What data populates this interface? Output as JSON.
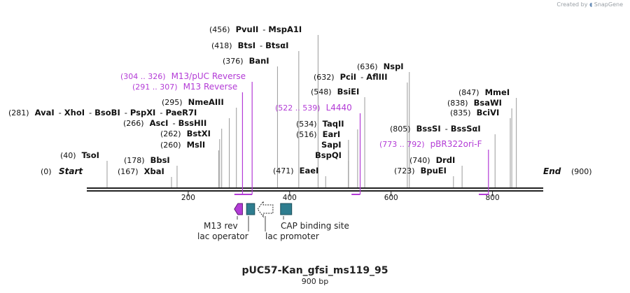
{
  "watermark": {
    "prefix": "Created by",
    "brand": "SnapGene"
  },
  "plasmid": {
    "name": "pUC57-Kan_gfsi_ms119_95",
    "length_label": "900 bp"
  },
  "ruler": {
    "ticks": [
      "200",
      "400",
      "600",
      "800"
    ],
    "tick_positions": [
      200,
      400,
      600,
      800
    ]
  },
  "ends": {
    "start": "Start",
    "start_pos": "(0)",
    "end": "End",
    "end_pos": "(900)"
  },
  "colors": {
    "enzyme": "#000000",
    "primer": "#b33bd6",
    "feature_blue": "#2e7d8f",
    "line": "#9a9a9a"
  },
  "sites": [
    {
      "pos_label": "(40)",
      "parts": [
        "TsoI"
      ],
      "pos": 40
    },
    {
      "pos_label": "(178)",
      "parts": [
        "BbsI"
      ],
      "pos": 178
    },
    {
      "pos_label": "(167)",
      "parts": [
        "XbaI"
      ],
      "pos": 167
    },
    {
      "pos_label": "(260)",
      "parts": [
        "MslI"
      ],
      "pos": 260
    },
    {
      "pos_label": "(262)",
      "parts": [
        "BstXI"
      ],
      "pos": 262
    },
    {
      "pos_label": "(266)",
      "parts": [
        "AscI",
        "BssHII"
      ],
      "pos": 266
    },
    {
      "pos_label": "(281)",
      "parts": [
        "AvaI",
        "XhoI",
        "BsoBI",
        "PspXI",
        "PaeR7I"
      ],
      "pos": 281
    },
    {
      "pos_label": "(295)",
      "parts": [
        "NmeAIII"
      ],
      "pos": 295
    },
    {
      "pos_label": "(376)",
      "parts": [
        "BanI"
      ],
      "pos": 376
    },
    {
      "pos_label": "(418)",
      "parts": [
        "BtsI",
        "BtsαI"
      ],
      "pos": 418
    },
    {
      "pos_label": "(456)",
      "parts": [
        "PvuII",
        "MspA1I"
      ],
      "pos": 456
    },
    {
      "pos_label": "(471)",
      "parts": [
        "EaeI"
      ],
      "pos": 471
    },
    {
      "pos_label": "(548)",
      "parts": [
        "BsiEI"
      ],
      "pos": 548
    },
    {
      "pos_label": "(632)",
      "parts": [
        "PciI",
        "AflIII"
      ],
      "pos": 632
    },
    {
      "pos_label": "(636)",
      "parts": [
        "NspI"
      ],
      "pos": 636
    },
    {
      "pos_label": "(534)",
      "parts": [
        "TaqII"
      ],
      "pos": 534
    },
    {
      "pos_label": "(516)",
      "parts": [
        "EarI"
      ],
      "pos": 516
    },
    {
      "pos_label": "",
      "parts": [
        "SapI"
      ],
      "pos": 516
    },
    {
      "pos_label": "",
      "parts": [
        "BspQI"
      ],
      "pos": 516
    },
    {
      "pos_label": "(723)",
      "parts": [
        "BpuEI"
      ],
      "pos": 723
    },
    {
      "pos_label": "(740)",
      "parts": [
        "DrdI"
      ],
      "pos": 740
    },
    {
      "pos_label": "(805)",
      "parts": [
        "BssSI",
        "BssSαI"
      ],
      "pos": 805
    },
    {
      "pos_label": "(835)",
      "parts": [
        "BciVI"
      ],
      "pos": 835
    },
    {
      "pos_label": "(838)",
      "parts": [
        "BsaWI"
      ],
      "pos": 838
    },
    {
      "pos_label": "(847)",
      "parts": [
        "MmeI"
      ],
      "pos": 847
    }
  ],
  "primers": [
    {
      "range_label": "(304 .. 326)",
      "name": "M13/pUC Reverse",
      "start": 304,
      "end": 326
    },
    {
      "range_label": "(291 .. 307)",
      "name": "M13 Reverse",
      "start": 291,
      "end": 307
    },
    {
      "range_label": "(522 .. 539)",
      "name": "L4440",
      "start": 522,
      "end": 539
    },
    {
      "range_label": "(773 .. 792)",
      "name": "pBR322ori-F",
      "start": 773,
      "end": 792
    }
  ],
  "features": [
    {
      "name": "M13 rev",
      "start": 291,
      "end": 307,
      "style": "purple-arrow"
    },
    {
      "name": "lac operator",
      "start": 315,
      "end": 331,
      "style": "blue-box"
    },
    {
      "name": "lac promoter",
      "start": 337,
      "end": 367,
      "style": "white-arrow"
    },
    {
      "name": "CAP binding site",
      "start": 382,
      "end": 404,
      "style": "blue-box"
    }
  ]
}
